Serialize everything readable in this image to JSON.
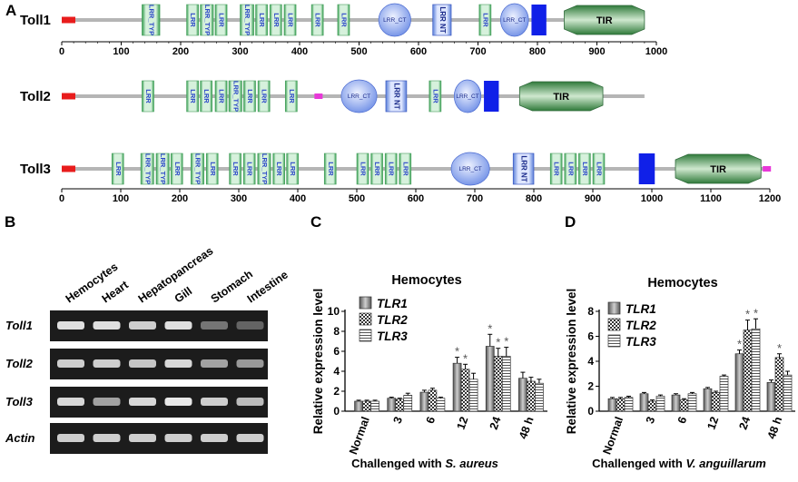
{
  "panels": {
    "A": {
      "letter": "A"
    },
    "B": {
      "letter": "B"
    },
    "C": {
      "letter": "C"
    },
    "D": {
      "letter": "D"
    }
  },
  "domains": {
    "proteins": [
      {
        "name": "Toll1",
        "axis_max": 1000,
        "ticks": [
          "0",
          "100",
          "200",
          "300",
          "400",
          "500",
          "600",
          "700",
          "800",
          "900",
          "1000"
        ],
        "features": [
          {
            "type": "signal",
            "start": 0,
            "end": 25
          },
          {
            "type": "lrr",
            "label": "LRR_TYP",
            "start": 135,
            "end": 165
          },
          {
            "type": "lrr",
            "label": "LRR",
            "start": 210,
            "end": 230
          },
          {
            "type": "lrr",
            "label": "LRR_TYP",
            "start": 233,
            "end": 255
          },
          {
            "type": "lrr",
            "label": "LRR",
            "start": 258,
            "end": 278
          },
          {
            "type": "lrr",
            "label": "LRR_TYP",
            "start": 300,
            "end": 323
          },
          {
            "type": "lrr",
            "label": "LRR",
            "start": 326,
            "end": 346
          },
          {
            "type": "lrr",
            "label": "LRR",
            "start": 350,
            "end": 370
          },
          {
            "type": "lrr",
            "label": "LRR",
            "start": 374,
            "end": 394
          },
          {
            "type": "lrr",
            "label": "LRR",
            "start": 420,
            "end": 440
          },
          {
            "type": "lrr",
            "label": "LRR",
            "start": 464,
            "end": 484
          },
          {
            "type": "ct",
            "label": "LRR_CT",
            "start": 533,
            "end": 587
          },
          {
            "type": "nt",
            "label": "LRR NT",
            "start": 624,
            "end": 655
          },
          {
            "type": "lrr",
            "label": "LRR",
            "start": 702,
            "end": 722
          },
          {
            "type": "ct",
            "label": "LRR_CT",
            "start": 738,
            "end": 785
          },
          {
            "type": "tm",
            "start": 790,
            "end": 815
          },
          {
            "type": "tir",
            "label": "TIR",
            "start": 845,
            "end": 980
          }
        ]
      },
      {
        "name": "Toll2",
        "axis_max": 1000,
        "ticks": [],
        "features": [
          {
            "type": "signal",
            "start": 0,
            "end": 25
          },
          {
            "type": "lrr",
            "label": "LRR",
            "start": 135,
            "end": 155
          },
          {
            "type": "lrr",
            "label": "LRR",
            "start": 210,
            "end": 230
          },
          {
            "type": "lrr",
            "label": "LRR",
            "start": 233,
            "end": 253
          },
          {
            "type": "lrr",
            "label": "LRR",
            "start": 258,
            "end": 278
          },
          {
            "type": "lrr",
            "label": "LRR_TYP",
            "start": 281,
            "end": 303
          },
          {
            "type": "lrr",
            "label": "LRR",
            "start": 306,
            "end": 326
          },
          {
            "type": "lrr",
            "label": "LRR",
            "start": 330,
            "end": 350
          },
          {
            "type": "lrr",
            "label": "LRR",
            "start": 376,
            "end": 396
          },
          {
            "type": "pink",
            "start": 425,
            "end": 440
          },
          {
            "type": "ct",
            "label": "LRR_CT",
            "start": 470,
            "end": 530
          },
          {
            "type": "nt",
            "label": "LRR NT",
            "start": 545,
            "end": 580
          },
          {
            "type": "lrr",
            "label": "LRR",
            "start": 618,
            "end": 638
          },
          {
            "type": "ct",
            "label": "LRR_CT",
            "start": 660,
            "end": 705
          },
          {
            "type": "tm",
            "start": 710,
            "end": 735
          },
          {
            "type": "tir",
            "label": "TIR",
            "start": 770,
            "end": 910
          }
        ]
      },
      {
        "name": "Toll3",
        "axis_max": 1200,
        "ticks": [
          "0",
          "100",
          "200",
          "300",
          "400",
          "500",
          "600",
          "700",
          "800",
          "900",
          "1000",
          "1100",
          "1200"
        ],
        "features": [
          {
            "type": "signal",
            "start": 0,
            "end": 25
          },
          {
            "type": "lrr",
            "label": "LRR",
            "start": 85,
            "end": 105
          },
          {
            "type": "lrr",
            "label": "LRR_TYP",
            "start": 134,
            "end": 156
          },
          {
            "type": "lrr",
            "label": "LRR_TYP",
            "start": 160,
            "end": 182
          },
          {
            "type": "lrr",
            "label": "LRR",
            "start": 185,
            "end": 205
          },
          {
            "type": "lrr",
            "label": "LRR_TYP",
            "start": 219,
            "end": 241
          },
          {
            "type": "lrr",
            "label": "LRR",
            "start": 245,
            "end": 265
          },
          {
            "type": "lrr",
            "label": "LRR",
            "start": 284,
            "end": 304
          },
          {
            "type": "lrr",
            "label": "LRR",
            "start": 308,
            "end": 328
          },
          {
            "type": "lrr",
            "label": "LRR_TYP",
            "start": 332,
            "end": 354
          },
          {
            "type": "lrr",
            "label": "LRR",
            "start": 358,
            "end": 378
          },
          {
            "type": "lrr",
            "label": "LRR",
            "start": 381,
            "end": 401
          },
          {
            "type": "lrr",
            "label": "LRR",
            "start": 445,
            "end": 465
          },
          {
            "type": "lrr",
            "label": "LRR",
            "start": 500,
            "end": 520
          },
          {
            "type": "lrr",
            "label": "LRR",
            "start": 524,
            "end": 544
          },
          {
            "type": "lrr",
            "label": "LRR",
            "start": 548,
            "end": 568
          },
          {
            "type": "lrr",
            "label": "LRR",
            "start": 572,
            "end": 592
          },
          {
            "type": "ct",
            "label": "LRR_CT",
            "start": 660,
            "end": 725
          },
          {
            "type": "nt",
            "label": "LRR NT",
            "start": 765,
            "end": 800
          },
          {
            "type": "lrr",
            "label": "LRR",
            "start": 828,
            "end": 848
          },
          {
            "type": "lrr",
            "label": "LRR",
            "start": 852,
            "end": 872
          },
          {
            "type": "lrr",
            "label": "LRR",
            "start": 876,
            "end": 896
          },
          {
            "type": "lrr",
            "label": "LRR",
            "start": 900,
            "end": 920
          },
          {
            "type": "tm",
            "start": 978,
            "end": 1005
          },
          {
            "type": "tir",
            "label": "TIR",
            "start": 1040,
            "end": 1185
          },
          {
            "type": "pink",
            "start": 1188,
            "end": 1200
          }
        ]
      }
    ]
  },
  "gel": {
    "tissues": [
      "Hemocytes",
      "Heart",
      "Hepatopancreas",
      "Gill",
      "Stomach",
      "Intestine"
    ],
    "rows": [
      {
        "label": "Toll1",
        "intensity": [
          0.95,
          0.95,
          0.85,
          0.95,
          0.35,
          0.25
        ]
      },
      {
        "label": "Toll2",
        "intensity": [
          0.85,
          0.85,
          0.8,
          0.9,
          0.6,
          0.55
        ]
      },
      {
        "label": "Toll3",
        "intensity": [
          0.9,
          0.6,
          0.9,
          1.0,
          0.85,
          0.75
        ]
      },
      {
        "label": "Actin",
        "intensity": [
          0.85,
          0.85,
          0.85,
          0.85,
          0.85,
          0.85
        ]
      }
    ]
  },
  "chart_data": [
    {
      "type": "bar",
      "title": "Hemocytes",
      "ylabel": "Relative expression level",
      "xlabel_prefix": "Challenged with ",
      "xlabel_italic": "S. aureus",
      "categories": [
        "Normal",
        "3",
        "6",
        "12",
        "24",
        "48 h"
      ],
      "ylim": [
        0,
        10
      ],
      "yticks": [
        "0",
        "2",
        "4",
        "6",
        "8",
        "10"
      ],
      "series": [
        {
          "name": "TLR1",
          "values": [
            1.0,
            1.3,
            1.9,
            4.8,
            6.5,
            3.3
          ],
          "errors": [
            0.1,
            0.1,
            0.2,
            0.6,
            1.2,
            0.6
          ]
        },
        {
          "name": "TLR2",
          "values": [
            1.0,
            1.2,
            2.1,
            4.2,
            5.5,
            3.0
          ],
          "errors": [
            0.1,
            0.1,
            0.2,
            0.5,
            0.8,
            0.4
          ]
        },
        {
          "name": "TLR3",
          "values": [
            1.0,
            1.6,
            1.3,
            3.2,
            5.5,
            2.8
          ],
          "errors": [
            0.1,
            0.2,
            0.1,
            0.6,
            0.9,
            0.4
          ]
        }
      ],
      "significant": [
        [
          3,
          0
        ],
        [
          3,
          1
        ],
        [
          4,
          0
        ],
        [
          4,
          1
        ],
        [
          4,
          2
        ]
      ],
      "significant_marker": "*"
    },
    {
      "type": "bar",
      "title": "Hemocytes",
      "ylabel": "Relative expression level",
      "xlabel_prefix": "Challenged with ",
      "xlabel_italic": "V. anguillarum",
      "categories": [
        "Normal",
        "3",
        "6",
        "12",
        "24",
        "48 h"
      ],
      "ylim": [
        0,
        8
      ],
      "yticks": [
        "0",
        "2",
        "4",
        "6",
        "8"
      ],
      "series": [
        {
          "name": "TLR1",
          "values": [
            1.0,
            1.4,
            1.3,
            1.8,
            4.6,
            2.3
          ],
          "errors": [
            0.1,
            0.1,
            0.1,
            0.1,
            0.3,
            0.2
          ]
        },
        {
          "name": "TLR2",
          "values": [
            1.0,
            0.8,
            0.9,
            1.5,
            6.5,
            4.3
          ],
          "errors": [
            0.1,
            0.1,
            0.1,
            0.1,
            0.8,
            0.3
          ]
        },
        {
          "name": "TLR3",
          "values": [
            1.1,
            1.2,
            1.4,
            2.8,
            6.6,
            2.9
          ],
          "errors": [
            0.1,
            0.1,
            0.1,
            0.1,
            0.8,
            0.3
          ]
        }
      ],
      "significant": [
        [
          4,
          0
        ],
        [
          4,
          1
        ],
        [
          4,
          2
        ],
        [
          5,
          1
        ]
      ],
      "significant_marker": "*"
    }
  ]
}
